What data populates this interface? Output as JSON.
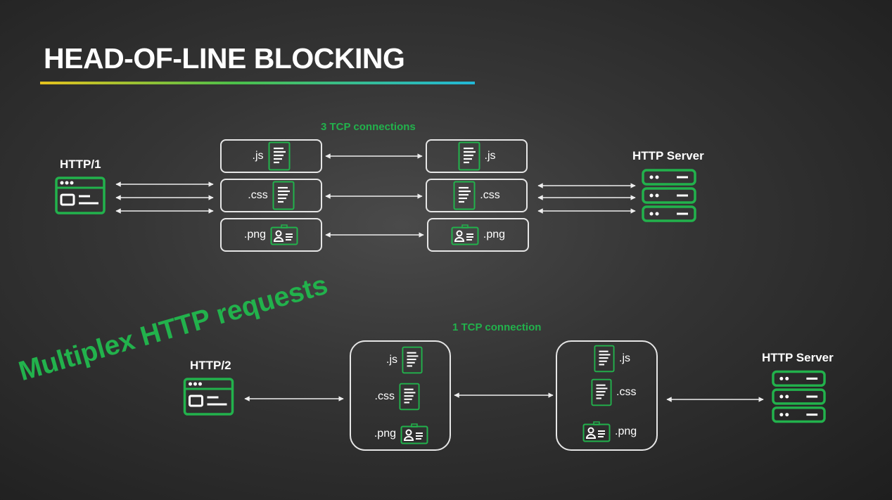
{
  "title": "HEAD-OF-LINE BLOCKING",
  "accent": "#22b24c",
  "http1": {
    "label": "HTTP/1",
    "connections_label": "3 TCP connections",
    "client_files": [
      ".js",
      ".css",
      ".png"
    ],
    "server_files": [
      ".js",
      ".css",
      ".png"
    ],
    "server_label": "HTTP Server"
  },
  "multiplex_label": "Multiplex HTTP requests",
  "http2": {
    "label": "HTTP/2",
    "connections_label": "1 TCP connection",
    "client_files": [
      ".js",
      ".css",
      ".png"
    ],
    "server_files": [
      ".js",
      ".css",
      ".png"
    ],
    "server_label": "HTTP Server"
  }
}
